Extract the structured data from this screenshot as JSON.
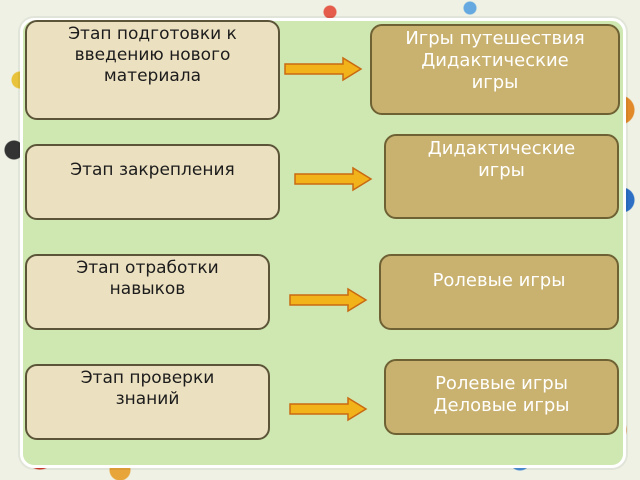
{
  "rows": [
    {
      "stage": "Этап подготовки к\nвведению нового\nматериала",
      "games": "Игры путешествия\nДидактические\nигры"
    },
    {
      "stage": "Этап закрепления",
      "games": "Дидактические\nигры"
    },
    {
      "stage": "Этап отработки\nнавыков",
      "games": "Ролевые игры"
    },
    {
      "stage": "Этап проверки\nзнаний",
      "games": "Ролевые игры\nДеловые игры"
    }
  ],
  "colors": {
    "panel": "#cfe8b2",
    "stage_box": "#ebe0c0",
    "game_box": "#c9b26f",
    "arrow_fill": "#f2b21a",
    "arrow_stroke": "#c96a12"
  }
}
